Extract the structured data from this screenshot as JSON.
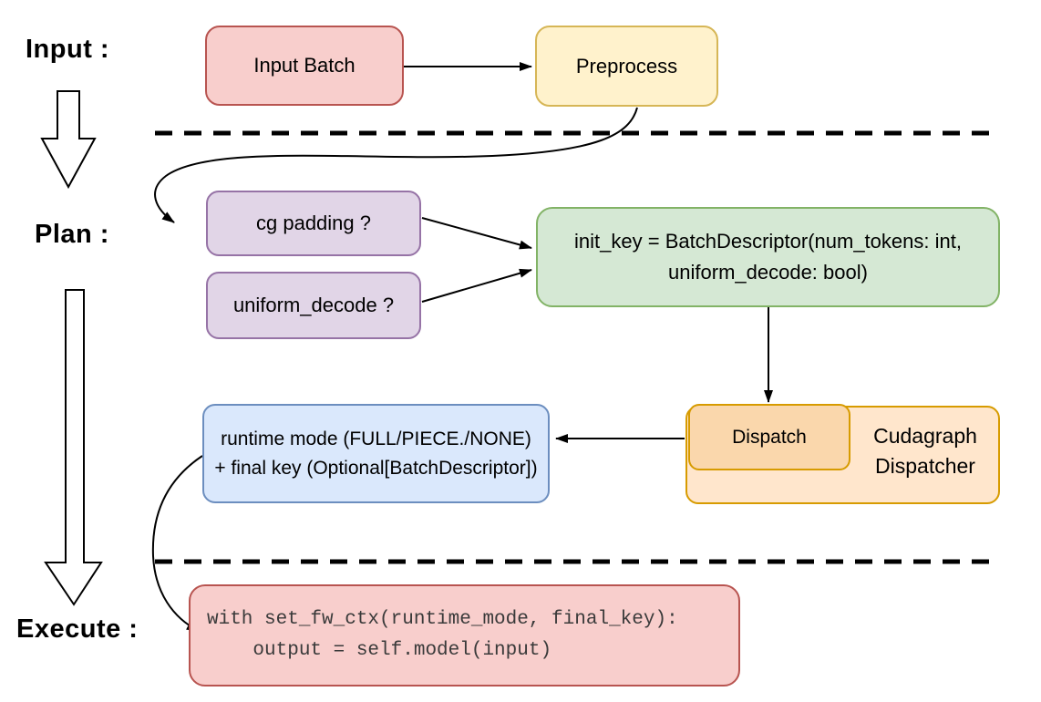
{
  "stages": {
    "input": "Input :",
    "plan": "Plan :",
    "execute": "Execute :"
  },
  "nodes": {
    "input_batch": {
      "label": "Input Batch"
    },
    "preprocess": {
      "label": "Preprocess"
    },
    "cg_padding": {
      "label": "cg padding ?"
    },
    "uniform_decode": {
      "label": "uniform_decode ?"
    },
    "init_key": {
      "line1": "init_key = BatchDescriptor(num_tokens: int,",
      "line2": "uniform_decode: bool)"
    },
    "dispatch": {
      "label": "Dispatch"
    },
    "cudagraph_dispatcher": {
      "line1": "Cudagraph",
      "line2": "Dispatcher"
    },
    "runtime_mode": {
      "line1": "runtime mode (FULL/PIECE./NONE)",
      "line2": "+ final key (Optional[BatchDescriptor])"
    },
    "execute_code": {
      "line1": "with set_fw_ctx(runtime_mode, final_key):",
      "line2": "    output = self.model(input)"
    }
  },
  "colors": {
    "red_fill": "#f8cecc",
    "red_stroke": "#b85450",
    "yellow_fill": "#fff2cc",
    "yellow_stroke": "#d6b656",
    "purple_fill": "#e1d5e7",
    "purple_stroke": "#9673a6",
    "green_fill": "#d5e8d4",
    "green_stroke": "#82b366",
    "orange_fill": "#ffe6cc",
    "orange_dark_fill": "#fad7ac",
    "orange_stroke": "#d79b00",
    "blue_fill": "#dae8fc",
    "blue_stroke": "#6c8ebf",
    "connector": "#000000"
  }
}
